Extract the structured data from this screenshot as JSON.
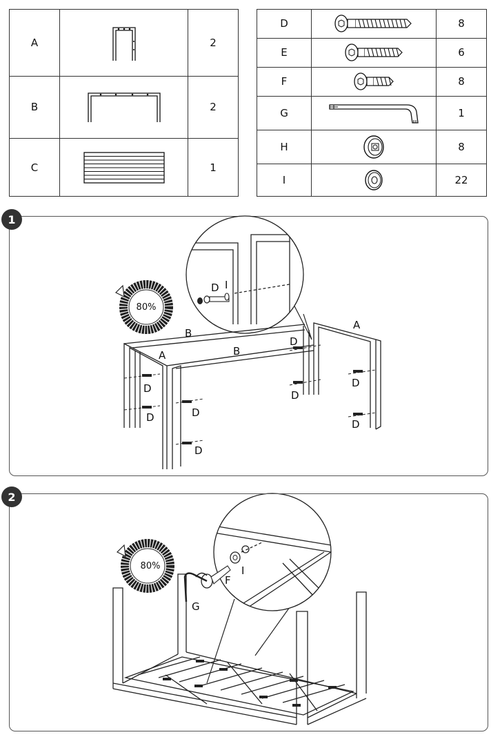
{
  "parts_left": [
    {
      "label": "A",
      "qty": "2",
      "icon": "leg-frame-icon"
    },
    {
      "label": "B",
      "qty": "2",
      "icon": "side-rail-icon"
    },
    {
      "label": "C",
      "qty": "1",
      "icon": "slatted-top-icon"
    }
  ],
  "parts_right": [
    {
      "label": "D",
      "qty": "8",
      "icon": "long-bolt-icon"
    },
    {
      "label": "E",
      "qty": "6",
      "icon": "medium-bolt-icon"
    },
    {
      "label": "F",
      "qty": "8",
      "icon": "short-bolt-icon"
    },
    {
      "label": "G",
      "qty": "1",
      "icon": "allen-key-icon"
    },
    {
      "label": "H",
      "qty": "8",
      "icon": "barrel-nut-icon"
    },
    {
      "label": "I",
      "qty": "22",
      "icon": "washer-icon"
    }
  ],
  "step1": {
    "number": "1",
    "torque": "80%",
    "labels": {
      "A": "A",
      "B": "B",
      "D": "D",
      "I": "I"
    }
  },
  "step2": {
    "number": "2",
    "torque": "80%",
    "labels": {
      "F": "F",
      "I": "I",
      "G": "G"
    }
  }
}
